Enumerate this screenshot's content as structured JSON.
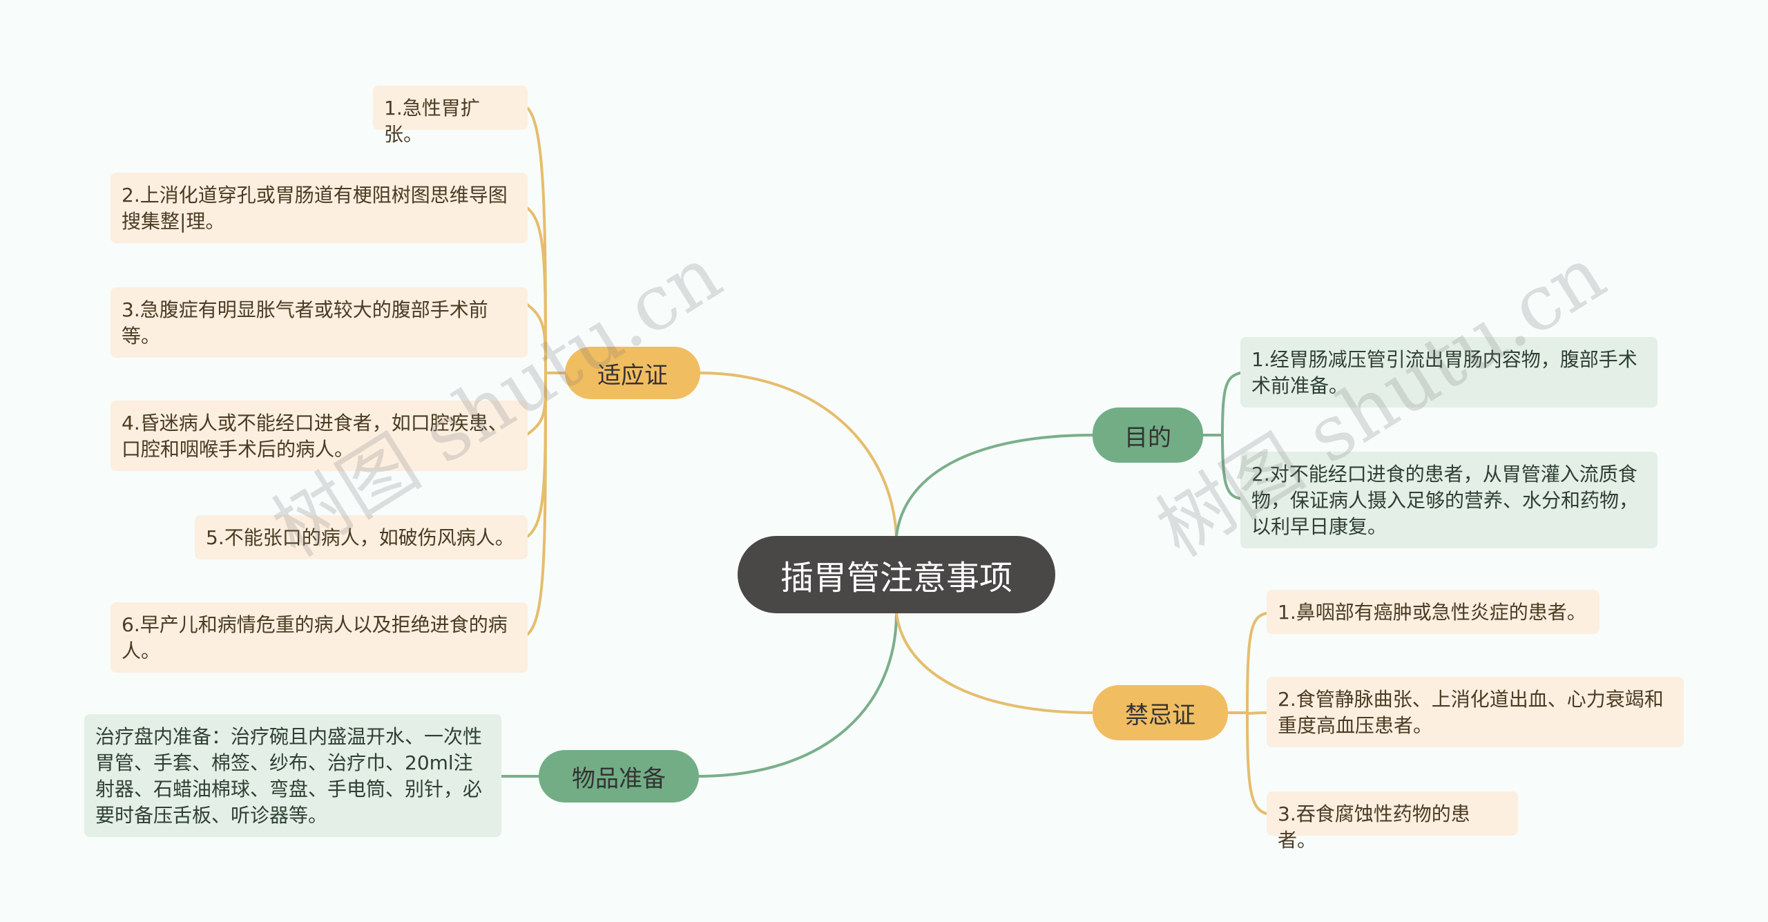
{
  "root": {
    "label": "插胃管注意事项"
  },
  "branches": {
    "indications": {
      "label": "适应证",
      "color": "#f1bd61",
      "items": [
        "1.急性胃扩张。",
        "2.上消化道穿孔或胃肠道有梗阻树图思维导图搜集整|理。",
        "3.急腹症有明显胀气者或较大的腹部手术前等。",
        "4.昏迷病人或不能经口进食者，如口腔疾患、口腔和咽喉手术后的病人。",
        "5.不能张口的病人，如破伤风病人。",
        "6.早产儿和病情危重的病人以及拒绝进食的病人。"
      ]
    },
    "supplies": {
      "label": "物品准备",
      "color": "#72ad86",
      "items": [
        "治疗盘内准备：治疗碗且内盛温开水、一次性胃管、手套、棉签、纱布、治疗巾、20ml注射器、石蜡油棉球、弯盘、手电筒、别针，必要时备压舌板、听诊器等。"
      ]
    },
    "purpose": {
      "label": "目的",
      "color": "#72ad86",
      "items": [
        "1.经胃肠减压管引流出胃肠内容物，腹部手术术前准备。",
        "2.对不能经口进食的患者，从胃管灌入流质食物，保证病人摄入足够的营养、水分和药物，以利早日康复。"
      ]
    },
    "contraindications": {
      "label": "禁忌证",
      "color": "#f1bd61",
      "items": [
        "1.鼻咽部有癌肿或急性炎症的患者。",
        "2.食管静脉曲张、上消化道出血、心力衰竭和重度高血压患者。",
        "3.吞食腐蚀性药物的患者。"
      ]
    }
  },
  "watermarks": [
    "树图 shutu.cn",
    "树图 shutu.cn"
  ]
}
